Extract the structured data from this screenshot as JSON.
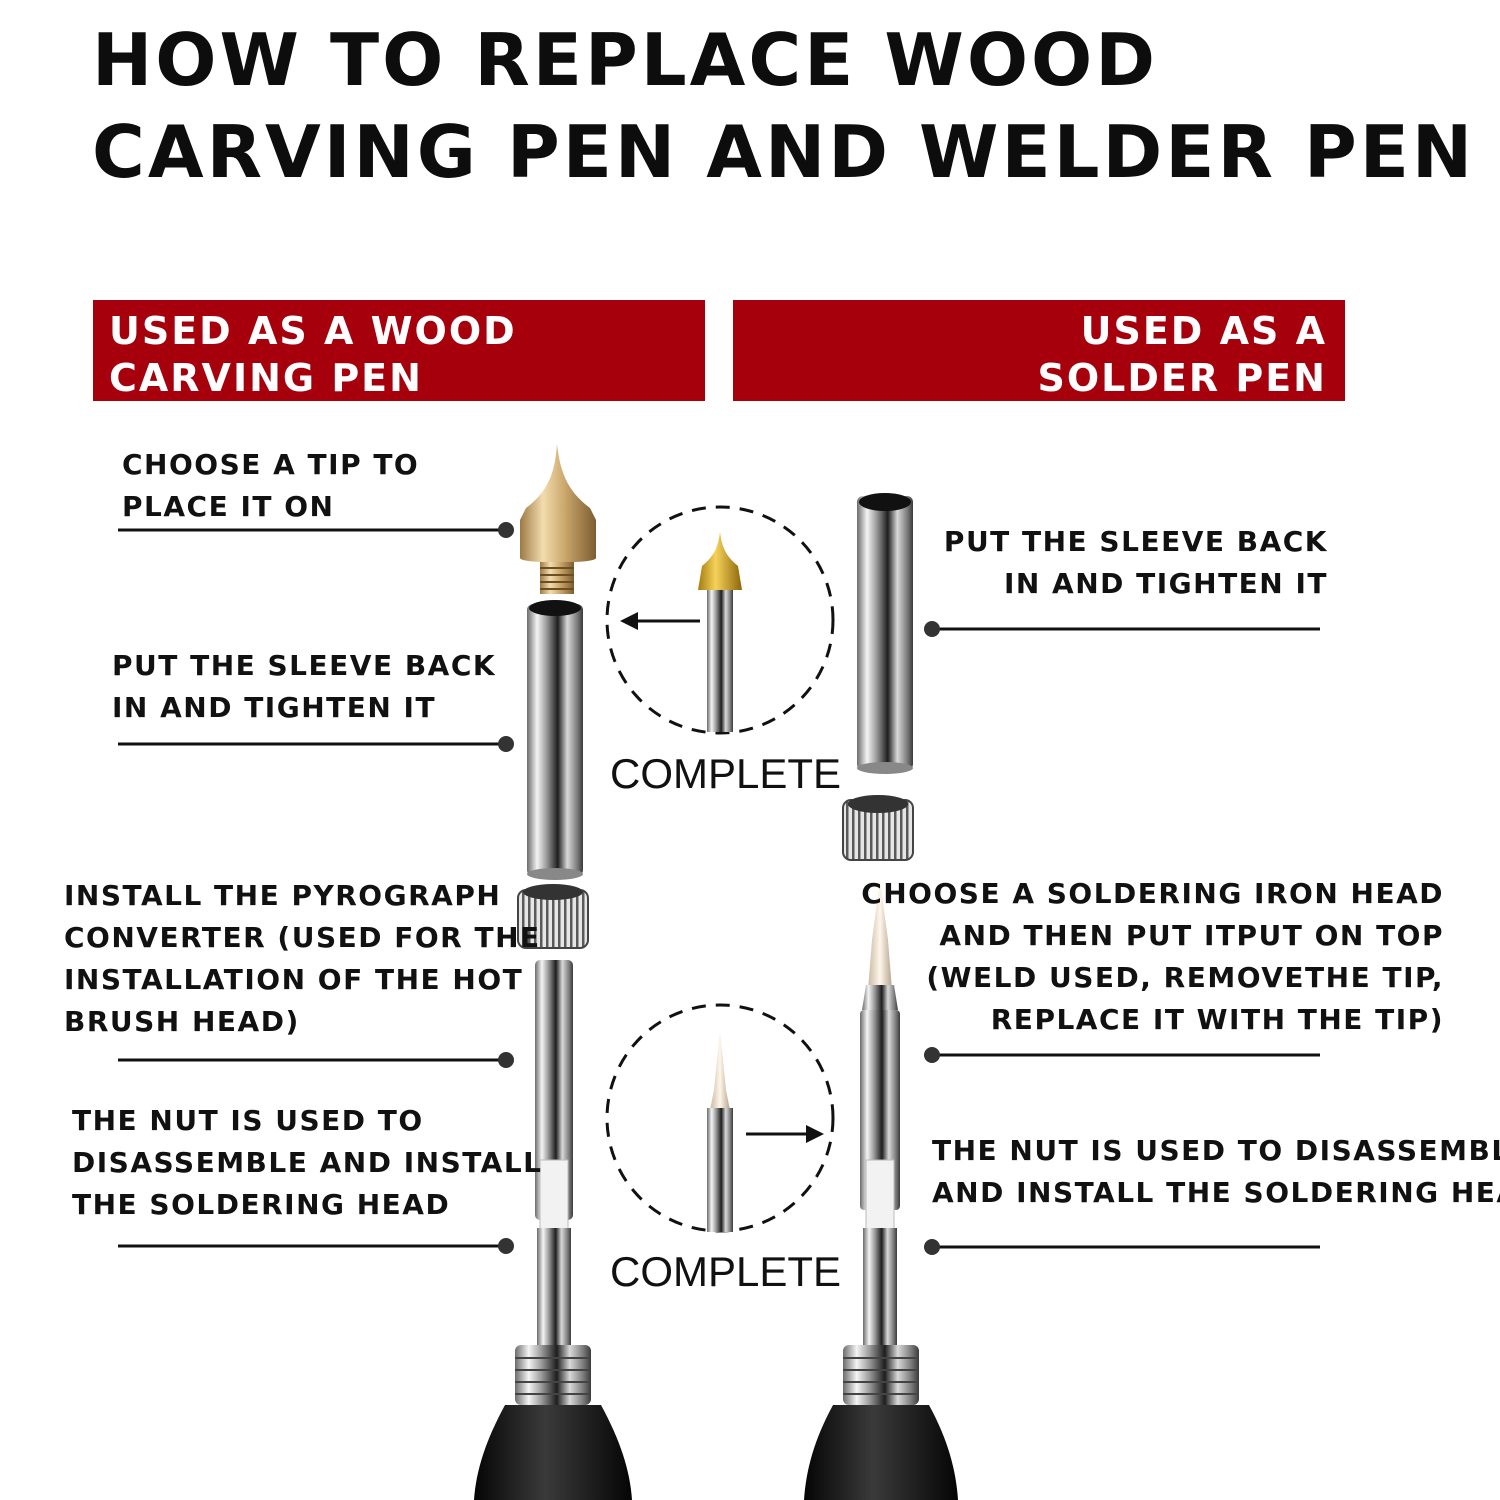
{
  "title": {
    "line1": "HOW TO REPLACE WOOD",
    "line2": "CARVING PEN AND WELDER PEN"
  },
  "left_panel": {
    "header_line1": "USED AS A WOOD",
    "header_line2": "CARVING PEN",
    "steps": [
      {
        "lines": [
          "CHOOSE A TIP TO",
          "PLACE IT ON"
        ]
      },
      {
        "lines": [
          "PUT THE SLEEVE BACK",
          "IN AND TIGHTEN IT"
        ]
      },
      {
        "lines": [
          "INSTALL THE PYROGRAPH",
          "CONVERTER (USED FOR THE",
          "INSTALLATION OF THE HOT",
          "BRUSH HEAD)"
        ]
      },
      {
        "lines": [
          "THE NUT IS USED TO",
          "DISASSEMBLE AND INSTALL",
          "THE SOLDERING HEAD"
        ]
      }
    ]
  },
  "right_panel": {
    "header_line1": "USED AS A",
    "header_line2": "SOLDER PEN",
    "steps": [
      {
        "lines": [
          "PUT THE SLEEVE BACK",
          "IN AND TIGHTEN IT"
        ]
      },
      {
        "lines": [
          "CHOOSE A SOLDERING IRON HEAD",
          "AND THEN PUT ITPUT ON TOP",
          "(WELD USED, REMOVETHE TIP,",
          "REPLACE IT WITH THE TIP)"
        ]
      },
      {
        "lines": [
          "THE NUT IS USED TO DISASSEMBLE",
          "AND INSTALL THE SOLDERING HEAD"
        ]
      }
    ]
  },
  "complete_labels": [
    "COMPLETE",
    "COMPLETE"
  ],
  "colors": {
    "banner": "#a5000c",
    "text": "#111111",
    "brass": "#c9a56a",
    "chrome": "#c8c8c8",
    "handle": "#1a1a1a"
  }
}
